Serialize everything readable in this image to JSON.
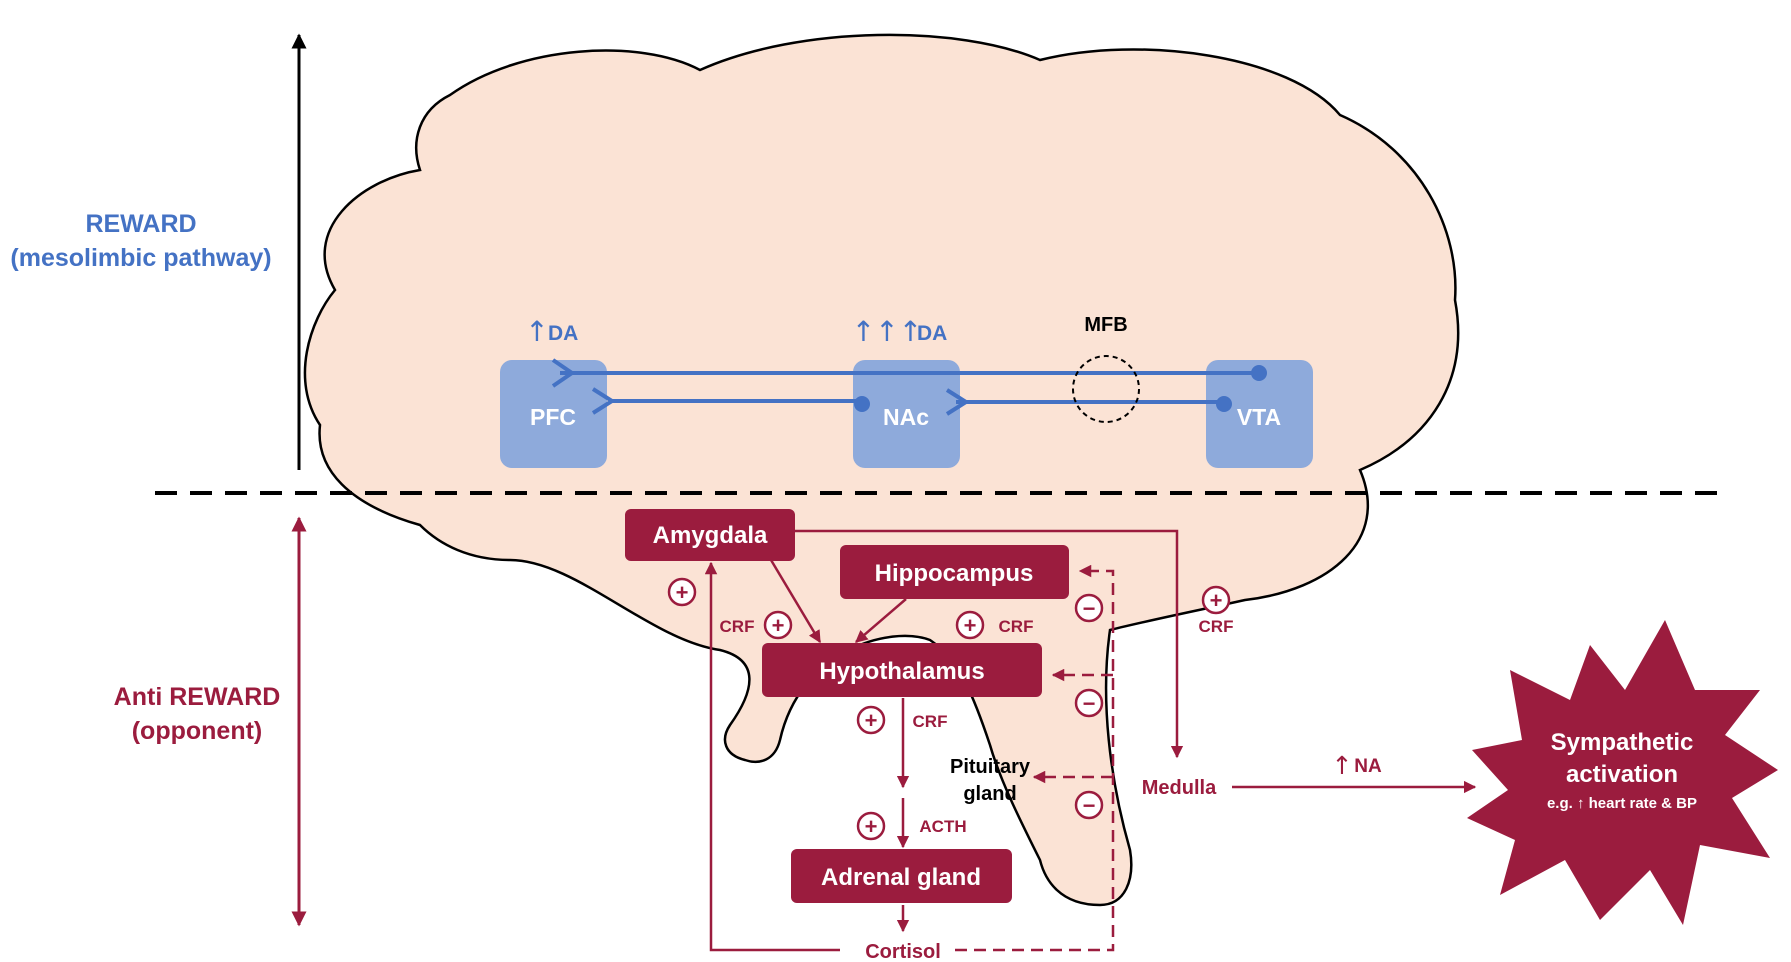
{
  "reward_label": {
    "line1": "REWARD",
    "line2": "(mesolimbic pathway)"
  },
  "anti_reward_label": {
    "line1": "Anti REWARD",
    "line2": "(opponent)"
  },
  "reward_nodes": {
    "pfc": "PFC",
    "nac": "NAc",
    "vta": "VTA"
  },
  "dopamine": {
    "pfc_da": "DA",
    "nac_da": "DA",
    "pfc_arrows": "↑",
    "nac_arrows": "↑↑↑"
  },
  "mfb": "MFB",
  "stress_nodes": {
    "amygdala": "Amygdala",
    "hippocampus": "Hippocampus",
    "hypothalamus": "Hypothalamus",
    "adrenal": "Adrenal gland"
  },
  "pituitary": {
    "line1": "Pituitary",
    "line2": "gland"
  },
  "medulla": "Medulla",
  "cortisol": "Cortisol",
  "hormones": {
    "crf": "CRF",
    "acth": "ACTH",
    "na": "NA",
    "na_arrow": "↑"
  },
  "signs": {
    "plus": "+",
    "minus": "−"
  },
  "sympathetic": {
    "line1": "Sympathetic",
    "line2": "activation",
    "line3": "e.g. ↑ heart rate & BP"
  },
  "colors": {
    "brain_fill": "#fbe3d5",
    "reward_blue": "#4472c4",
    "node_blue": "#8eaadb",
    "antireward_red": "#9b1c3e"
  }
}
